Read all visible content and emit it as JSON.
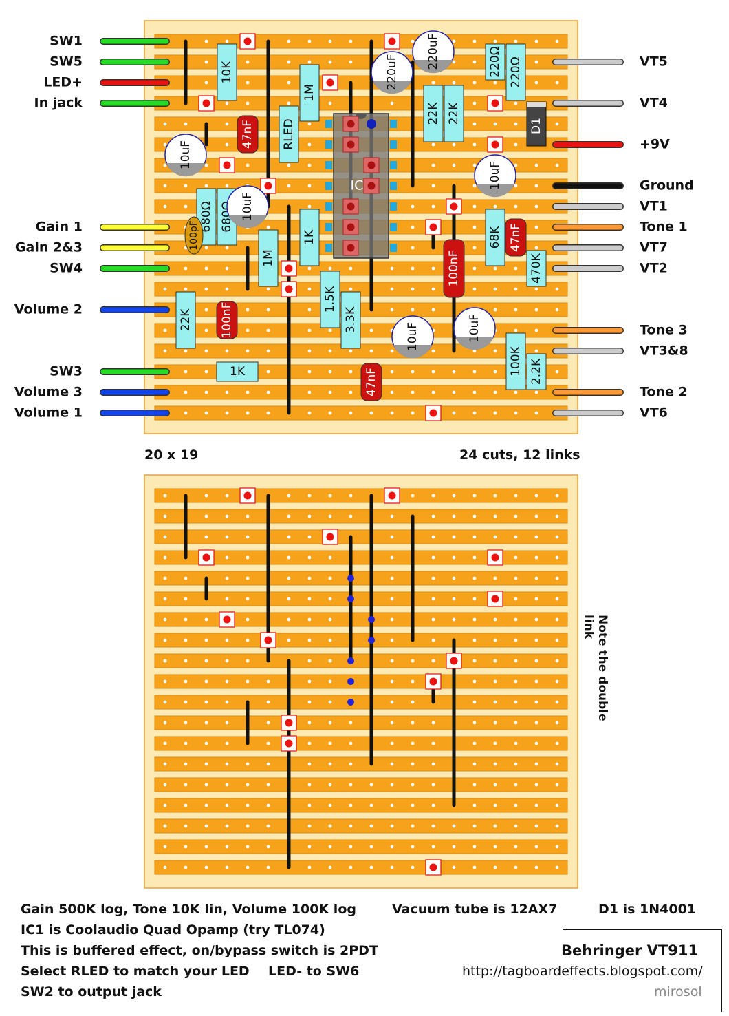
{
  "layout_diagram": {
    "rows": 19,
    "cols": 20,
    "left_labels": [
      {
        "row": 0,
        "text": "SW1",
        "color": "#22dd22"
      },
      {
        "row": 1,
        "text": "SW5",
        "color": "#22dd22"
      },
      {
        "row": 2,
        "text": "LED+",
        "color": "#ee1111"
      },
      {
        "row": 3,
        "text": "In jack",
        "color": "#22dd22"
      },
      {
        "row": 9,
        "text": "Gain 1",
        "color": "#ffff33"
      },
      {
        "row": 10,
        "text": "Gain 2&3",
        "color": "#ffff33"
      },
      {
        "row": 11,
        "text": "SW4",
        "color": "#22dd22"
      },
      {
        "row": 13,
        "text": "Volume 2",
        "color": "#1144ee"
      },
      {
        "row": 16,
        "text": "SW3",
        "color": "#22dd22"
      },
      {
        "row": 17,
        "text": "Volume 3",
        "color": "#1144ee"
      },
      {
        "row": 18,
        "text": "Volume 1",
        "color": "#1144ee"
      }
    ],
    "right_labels": [
      {
        "row": 1,
        "text": "VT5",
        "color": "#cccccc"
      },
      {
        "row": 3,
        "text": "VT4",
        "color": "#cccccc"
      },
      {
        "row": 5,
        "text": "+9V",
        "color": "#ee1111"
      },
      {
        "row": 7,
        "text": "Ground",
        "color": "#111111"
      },
      {
        "row": 8,
        "text": "VT1",
        "color": "#cccccc"
      },
      {
        "row": 9,
        "text": "Tone 1",
        "color": "#ff9933"
      },
      {
        "row": 10,
        "text": "VT7",
        "color": "#cccccc"
      },
      {
        "row": 11,
        "text": "VT2",
        "color": "#cccccc"
      },
      {
        "row": 14,
        "text": "Tone 3",
        "color": "#ff9933"
      },
      {
        "row": 15,
        "text": "VT3&8",
        "color": "#cccccc"
      },
      {
        "row": 17,
        "text": "Tone 2",
        "color": "#ff9933"
      },
      {
        "row": 18,
        "text": "VT6",
        "color": "#cccccc"
      }
    ],
    "links": [
      {
        "col": 1,
        "from": 0,
        "to": 3
      },
      {
        "col": 2,
        "from": 4,
        "to": 5
      },
      {
        "col": 5,
        "from": 0,
        "to": 8
      },
      {
        "col": 6,
        "from": 8,
        "to": 18
      },
      {
        "col": 9,
        "from": 2,
        "to": 8
      },
      {
        "col": 10,
        "from": 0,
        "to": 13
      },
      {
        "col": 12,
        "from": 1,
        "to": 7
      },
      {
        "col": 14,
        "from": 7,
        "to": 15
      },
      {
        "col": 13,
        "from": 9,
        "to": 10
      },
      {
        "col": 4,
        "from": 10,
        "to": 12
      }
    ],
    "cuts": [
      {
        "row": 0,
        "col": 4
      },
      {
        "row": 0,
        "col": 11
      },
      {
        "row": 2,
        "col": 8
      },
      {
        "row": 3,
        "col": 2
      },
      {
        "row": 3,
        "col": 16
      },
      {
        "row": 5,
        "col": 16
      },
      {
        "row": 6,
        "col": 3
      },
      {
        "row": 7,
        "col": 5
      },
      {
        "row": 8,
        "col": 14
      },
      {
        "row": 9,
        "col": 13
      },
      {
        "row": 11,
        "col": 6
      },
      {
        "row": 12,
        "col": 6
      },
      {
        "row": 18,
        "col": 13
      }
    ],
    "chip_pins": [
      {
        "row": 4,
        "col": 9
      },
      {
        "row": 5,
        "col": 9
      },
      {
        "row": 6,
        "col": 10
      },
      {
        "row": 7,
        "col": 10
      },
      {
        "row": 8,
        "col": 9
      },
      {
        "row": 9,
        "col": 9
      },
      {
        "row": 10,
        "col": 9
      }
    ],
    "components": [
      {
        "type": "res",
        "label": "10K",
        "col": 3,
        "from": 0,
        "to": 3
      },
      {
        "type": "res",
        "label": "1M",
        "col": 7,
        "from": 1,
        "to": 4
      },
      {
        "type": "res",
        "label": "RLED",
        "col": 6,
        "from": 3,
        "to": 6
      },
      {
        "type": "res",
        "label": "22K",
        "col": 13,
        "from": 2,
        "to": 5
      },
      {
        "type": "res",
        "label": "22K",
        "col": 14,
        "from": 2,
        "to": 5
      },
      {
        "type": "res",
        "label": "220Ω",
        "col": 16,
        "from": 0,
        "to": 2
      },
      {
        "type": "res",
        "label": "220Ω",
        "col": 17,
        "from": 0,
        "to": 3
      },
      {
        "type": "res",
        "label": "680Ω",
        "col": 2,
        "from": 7,
        "to": 10
      },
      {
        "type": "res",
        "label": "680Ω",
        "col": 3,
        "from": 7,
        "to": 10
      },
      {
        "type": "res",
        "label": "1K",
        "col": 7,
        "from": 8,
        "to": 11
      },
      {
        "type": "res",
        "label": "1M",
        "col": 5,
        "from": 9,
        "to": 12
      },
      {
        "type": "res",
        "label": "68K",
        "col": 16,
        "from": 8,
        "to": 11
      },
      {
        "type": "res",
        "label": "470K",
        "col": 18,
        "from": 10,
        "to": 12
      },
      {
        "type": "res",
        "label": "1.5K",
        "col": 8,
        "from": 11,
        "to": 14
      },
      {
        "type": "res",
        "label": "3.3K",
        "col": 9,
        "from": 12,
        "to": 15
      },
      {
        "type": "res",
        "label": "22K",
        "col": 1,
        "from": 12,
        "to": 15
      },
      {
        "type": "res",
        "label": "100K",
        "col": 17,
        "from": 14,
        "to": 17
      },
      {
        "type": "res",
        "label": "2.2K",
        "col": 18,
        "from": 15,
        "to": 17
      },
      {
        "type": "resh",
        "label": "1K",
        "row": 16,
        "from": 2,
        "to": 5
      },
      {
        "type": "cap",
        "label": "47nF",
        "col": 4,
        "from": 4,
        "to": 5
      },
      {
        "type": "cap",
        "label": "100nF",
        "col": 3,
        "from": 13,
        "to": 14
      },
      {
        "type": "cap",
        "label": "100nF",
        "col": 14,
        "from": 10,
        "to": 12
      },
      {
        "type": "cap",
        "label": "47nF",
        "col": 17,
        "from": 9,
        "to": 10
      },
      {
        "type": "cap",
        "label": "47nF",
        "col": 10,
        "from": 16,
        "to": 17
      },
      {
        "type": "ecap",
        "label": "10uF",
        "col": 1,
        "row": 5.5
      },
      {
        "type": "ecap",
        "label": "220uF",
        "col": 11,
        "row": 1.5
      },
      {
        "type": "ecap",
        "label": "220uF",
        "col": 13,
        "row": 0.5
      },
      {
        "type": "ecap",
        "label": "10uF",
        "col": 16,
        "row": 6.5
      },
      {
        "type": "ecap",
        "label": "10uF",
        "col": 4,
        "row": 8
      },
      {
        "type": "ecap",
        "label": "10uF",
        "col": 12,
        "row": 14.3
      },
      {
        "type": "ecap",
        "label": "10uF",
        "col": 15,
        "row": 13.9
      },
      {
        "type": "ceramic",
        "label": "100pF",
        "col": 1.4,
        "row": 9.4
      },
      {
        "type": "diode",
        "label": "D1",
        "col": 18,
        "from": 3,
        "to": 5
      },
      {
        "type": "ic",
        "label": "IC1",
        "col": 9.5,
        "from": 4,
        "to": 10
      }
    ],
    "dimensions_text": "20 x 19",
    "cuts_links_text": "24 cuts, 12 links",
    "side_note": "Note the double link"
  },
  "notes": {
    "line1a": "Gain 500K log, Tone 10K lin, Volume 100K log",
    "line1b": "Vacuum tube is 12AX7",
    "line1c": "D1 is 1N4001",
    "line2": "IC1 is Coolaudio Quad Opamp (try TL074)",
    "line3": "This is buffered effect, on/bypass switch is 2PDT",
    "line4a": "Select RLED to match your LED",
    "line4b": "LED- to SW6",
    "line5": "SW2 to output jack"
  },
  "credits": {
    "title": "Behringer VT911",
    "url": "http://tagboardeffects.blogspot.com/",
    "author": "mirosol"
  }
}
